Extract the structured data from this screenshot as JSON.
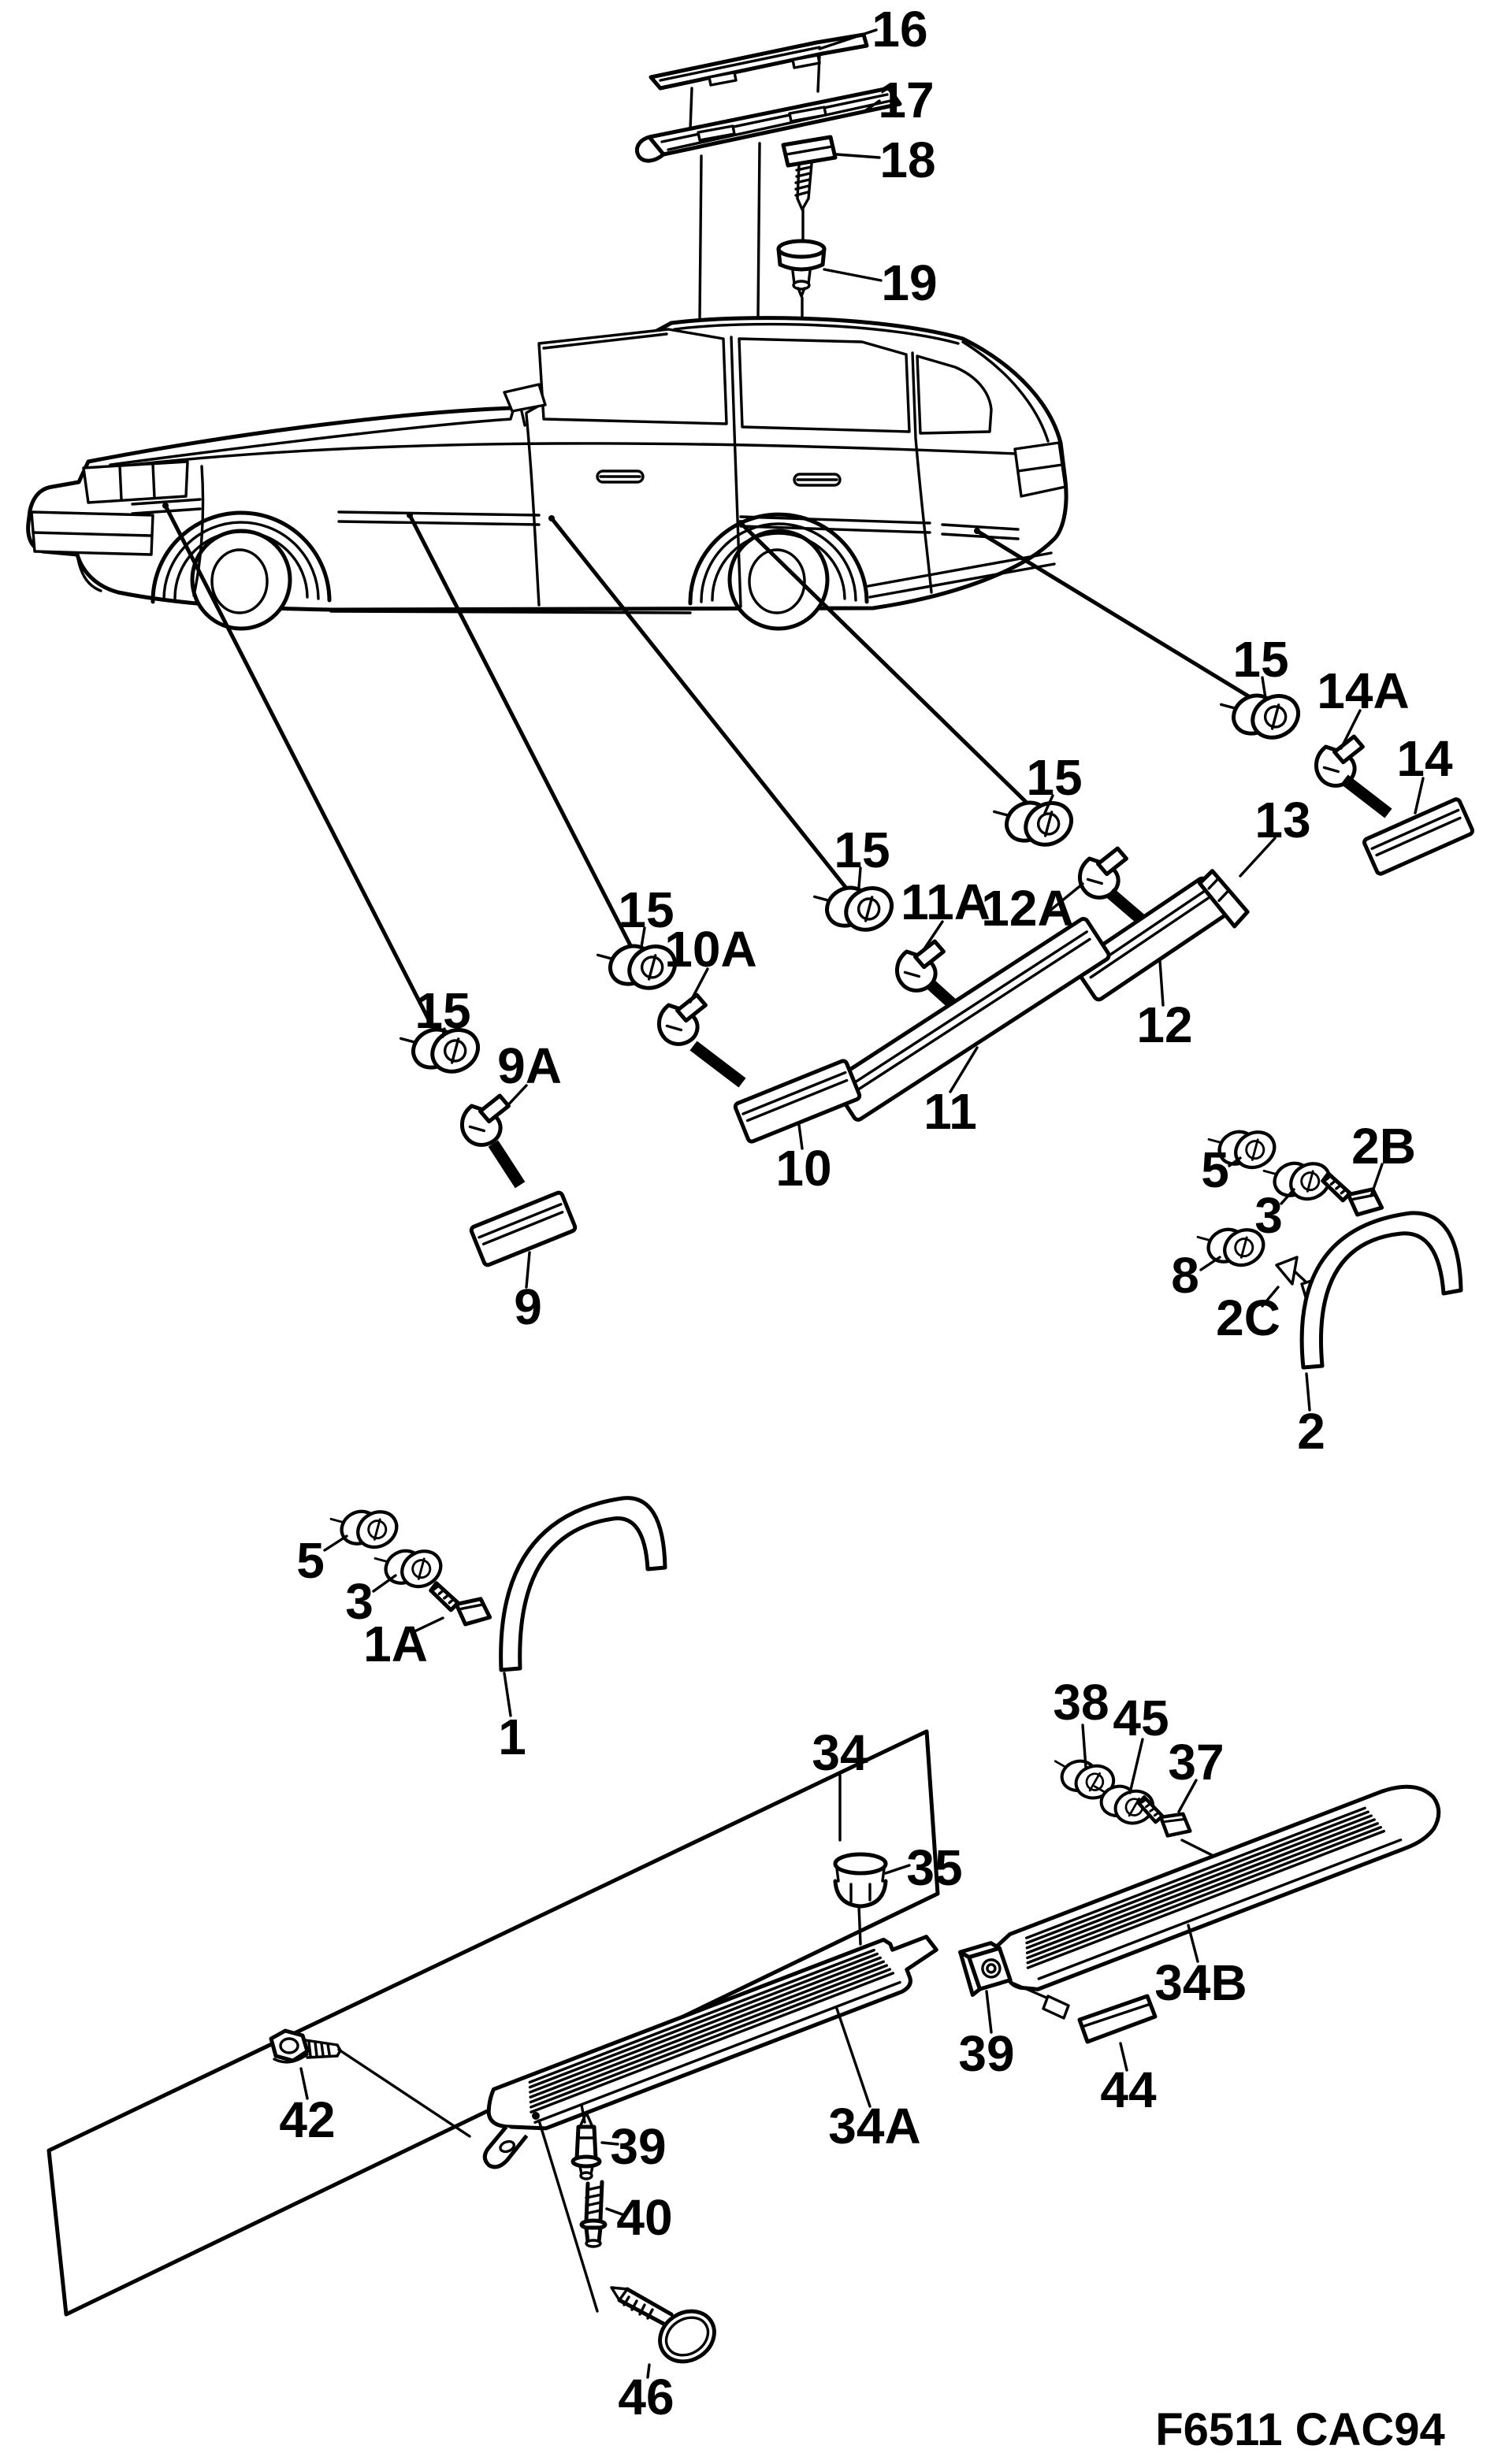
{
  "diagram": {
    "kind": "exploded-parts-diagram",
    "subject": "Car body side mouldings, trim strips, clips and fasteners with numbered callouts",
    "footer_code": "F6511 CAC94",
    "colors": {
      "ink": "#000000",
      "paper": "#ffffff"
    }
  },
  "labels": {
    "n1": "1",
    "n1a": "1A",
    "n2": "2",
    "n2b": "2B",
    "n2c": "2C",
    "n3": "3",
    "n5": "5",
    "n8": "8",
    "n9": "9",
    "n9a": "9A",
    "n10": "10",
    "n10a": "10A",
    "n11": "11",
    "n11a": "11A",
    "n12": "12",
    "n12a": "12A",
    "n13": "13",
    "n14": "14",
    "n14a": "14A",
    "n15": "15",
    "n16": "16",
    "n17": "17",
    "n18": "18",
    "n19": "19",
    "n34": "34",
    "n34a": "34A",
    "n34b": "34B",
    "n35": "35",
    "n37": "37",
    "n38": "38",
    "n39": "39",
    "n40": "40",
    "n42": "42",
    "n44": "44",
    "n45": "45",
    "n46": "46"
  },
  "footer": {
    "code": "F6511 CAC94"
  }
}
